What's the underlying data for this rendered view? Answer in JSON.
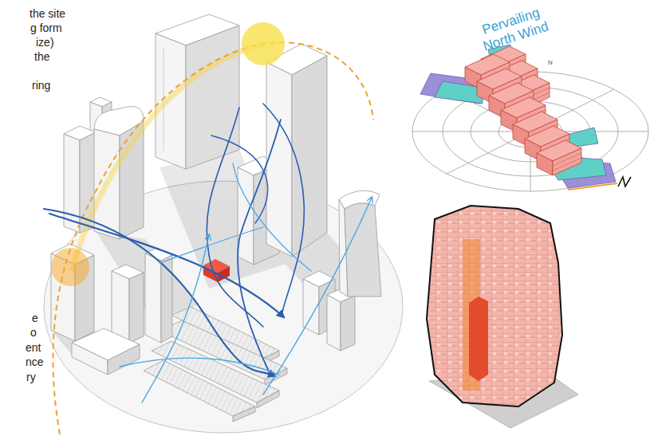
{
  "diagram": {
    "labels": [
      "the site",
      "g form",
      "ize)",
      "the",
      "ring",
      "e",
      "o",
      "ent",
      "nce",
      "ry",
      "Pervailing North Wind",
      "N"
    ]
  }
}
